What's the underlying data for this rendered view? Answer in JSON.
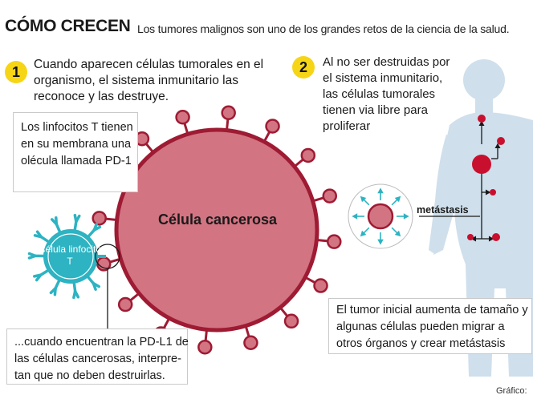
{
  "header": {
    "title": "CÓMO CRECEN",
    "subtitle": "Los tumores malignos son uno de los grandes retos de la ciencia de la salud."
  },
  "steps": [
    {
      "number": "1",
      "text": "Cuando aparecen células tumorales en el organismo, el sistema inmunitario las reconoce y las destruye."
    },
    {
      "number": "2",
      "text": "Al no ser destruidas por el sistema inmunitario, las células tumorales tienen via libre para proliferar"
    }
  ],
  "callouts": {
    "t_cells": "Los linfocitos T tienen en su membrana una olécula llamada PD-1",
    "pd_l1": "...cuando encuentran la PD-L1 de las células cancerosas, interpre-tan que no deben destruirlas.",
    "metastasis": "El tumor inicial aumenta de tamaño y algunas células pueden migrar a otros órganos y crear metástasis"
  },
  "labels": {
    "cancer_cell": "Célula cancerosa",
    "t_cell": "Célula linfocito T",
    "metastasis": "metástasis"
  },
  "footer": {
    "credit": "Gráfico: "
  },
  "colors": {
    "tumor_red": "#c8102e",
    "cell_fill": "#d27482",
    "cell_border": "#9e1b33",
    "lymphocyte": "#2db3c2",
    "badge_yellow": "#f6d517",
    "body_blue": "#cfdfec"
  }
}
